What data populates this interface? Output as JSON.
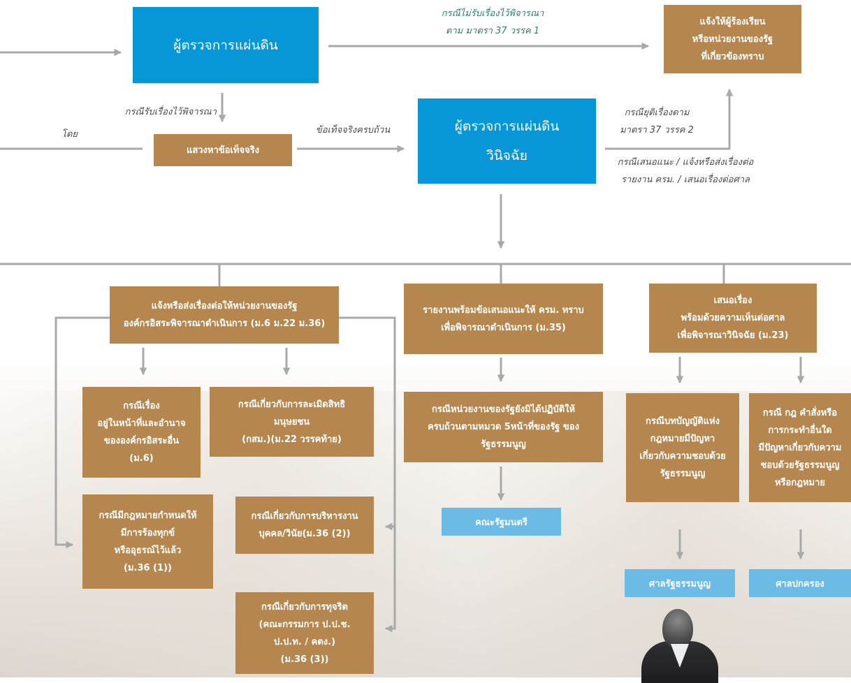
{
  "main_boxes": {
    "ombudsman": "ผู้ตรวจการแผ่นดิน",
    "ombudsman_decide": [
      "ผู้ตรวจการแผ่นดิน",
      "วินิจฉัย"
    ],
    "fact_finding": "แสวงหาข้อเท็จจริง",
    "notify_complainant": [
      "แจ้งให้ผู้ร้องเรียน",
      "หรือหน่วยงานของรัฐ",
      "ที่เกี่ยวข้องทราบ"
    ]
  },
  "labels": {
    "not_accepted": [
      "กรณีไม่รับเรื่องไว้พิจารณา",
      "ตาม มาตรา 37 วรรค 1"
    ],
    "accepted": "กรณีรับเรื่องไว้พิจารณา",
    "by": "โดย",
    "facts_complete": "ข้อเท็จจริงครบถ้วน",
    "terminated": [
      "กรณียุติเรื่องตาม",
      "มาตรา 37 วรรค 2"
    ],
    "recommend": [
      "กรณีเสนอแนะ / แจ้งหรือส่งเรื่องต่อ",
      "รายงาน ครม. / เสนอเรื่องต่อศาล"
    ]
  },
  "branches": {
    "notify_agency": [
      "แจ้งหรือส่งเรื่องต่อให้หน่วยงานของรัฐ",
      "องค์กรอิสระพิจารณาดำเนินการ (ม.6 ม.22 ม.36)"
    ],
    "report_cabinet": [
      "รายงานพร้อมข้อเสนอแนะให้ ครม. ทราบ",
      "เพื่อพิจารณาดำเนินการ (ม.35)"
    ],
    "propose_court": [
      "เสนอเรื่อง",
      "พร้อมด้วยความเห็นต่อศาล",
      "เพื่อพิจารณาวินิจฉัย (ม.23)"
    ]
  },
  "cases": {
    "within_authority": [
      "กรณีเรื่อง",
      "อยู่ในหน้าที่และอำนาจ",
      "ขององค์กรอิสระอื่น",
      "(ม.6)"
    ],
    "human_rights": [
      "กรณีเกี่ยวกับการละเมิดสิทธิ",
      "มนุษยชน",
      "(กสม.)(ม.22 วรรคท้าย)"
    ],
    "law_appeal": [
      "กรณีมีกฎหมายกำหนดให้",
      "มีการร้องทุกข์",
      "หรืออุธรณ์ไว้แล้ว",
      "(ม.36 (1))"
    ],
    "personnel": [
      "กรณีเกี่ยวกับการบริหารงาน",
      "บุคคล/วินัย(ม.36 (2))"
    ],
    "corruption": [
      "กรณีเกี่ยวกับการทุจริต",
      "(คณะกรรมการ ป.ป.ช.",
      "ป.ป.ท. / คตง.)",
      "(ม.36 (3))"
    ],
    "not_complied": [
      "กรณีหน่วยงานของรัฐยังมิได้ปฏิบัติให้",
      "ครบถ้วนตามหมวด 5หน้าที่ของรัฐ ของ",
      "รัฐธรรมนูญ"
    ],
    "provision_problem": [
      "กรณีบทบัญญัติแห่ง",
      "กฎหมายมีปัญหา",
      "เกี่ยวกับความชอบด้วย",
      "รัฐธรรมนูญ"
    ],
    "rule_problem": [
      "กรณี กฎ คำสั่งหรือ",
      "การกระทำอื่นใด",
      "มีปัญหาเกี่ยวกับความ",
      "ชอบด้วยรัฐธรรมนูญ",
      "หรือกฎหมาย"
    ]
  },
  "destinations": {
    "cabinet": "คณะรัฐมนตรี",
    "constitutional_court": "ศาลรัฐธรรมนูญ",
    "administrative_court": "ศาลปกครอง"
  },
  "colors": {
    "brown": "#b5874f",
    "blue": "#0797d8",
    "light_blue": "#6cbbe6",
    "connector": "#a9a9a9"
  }
}
